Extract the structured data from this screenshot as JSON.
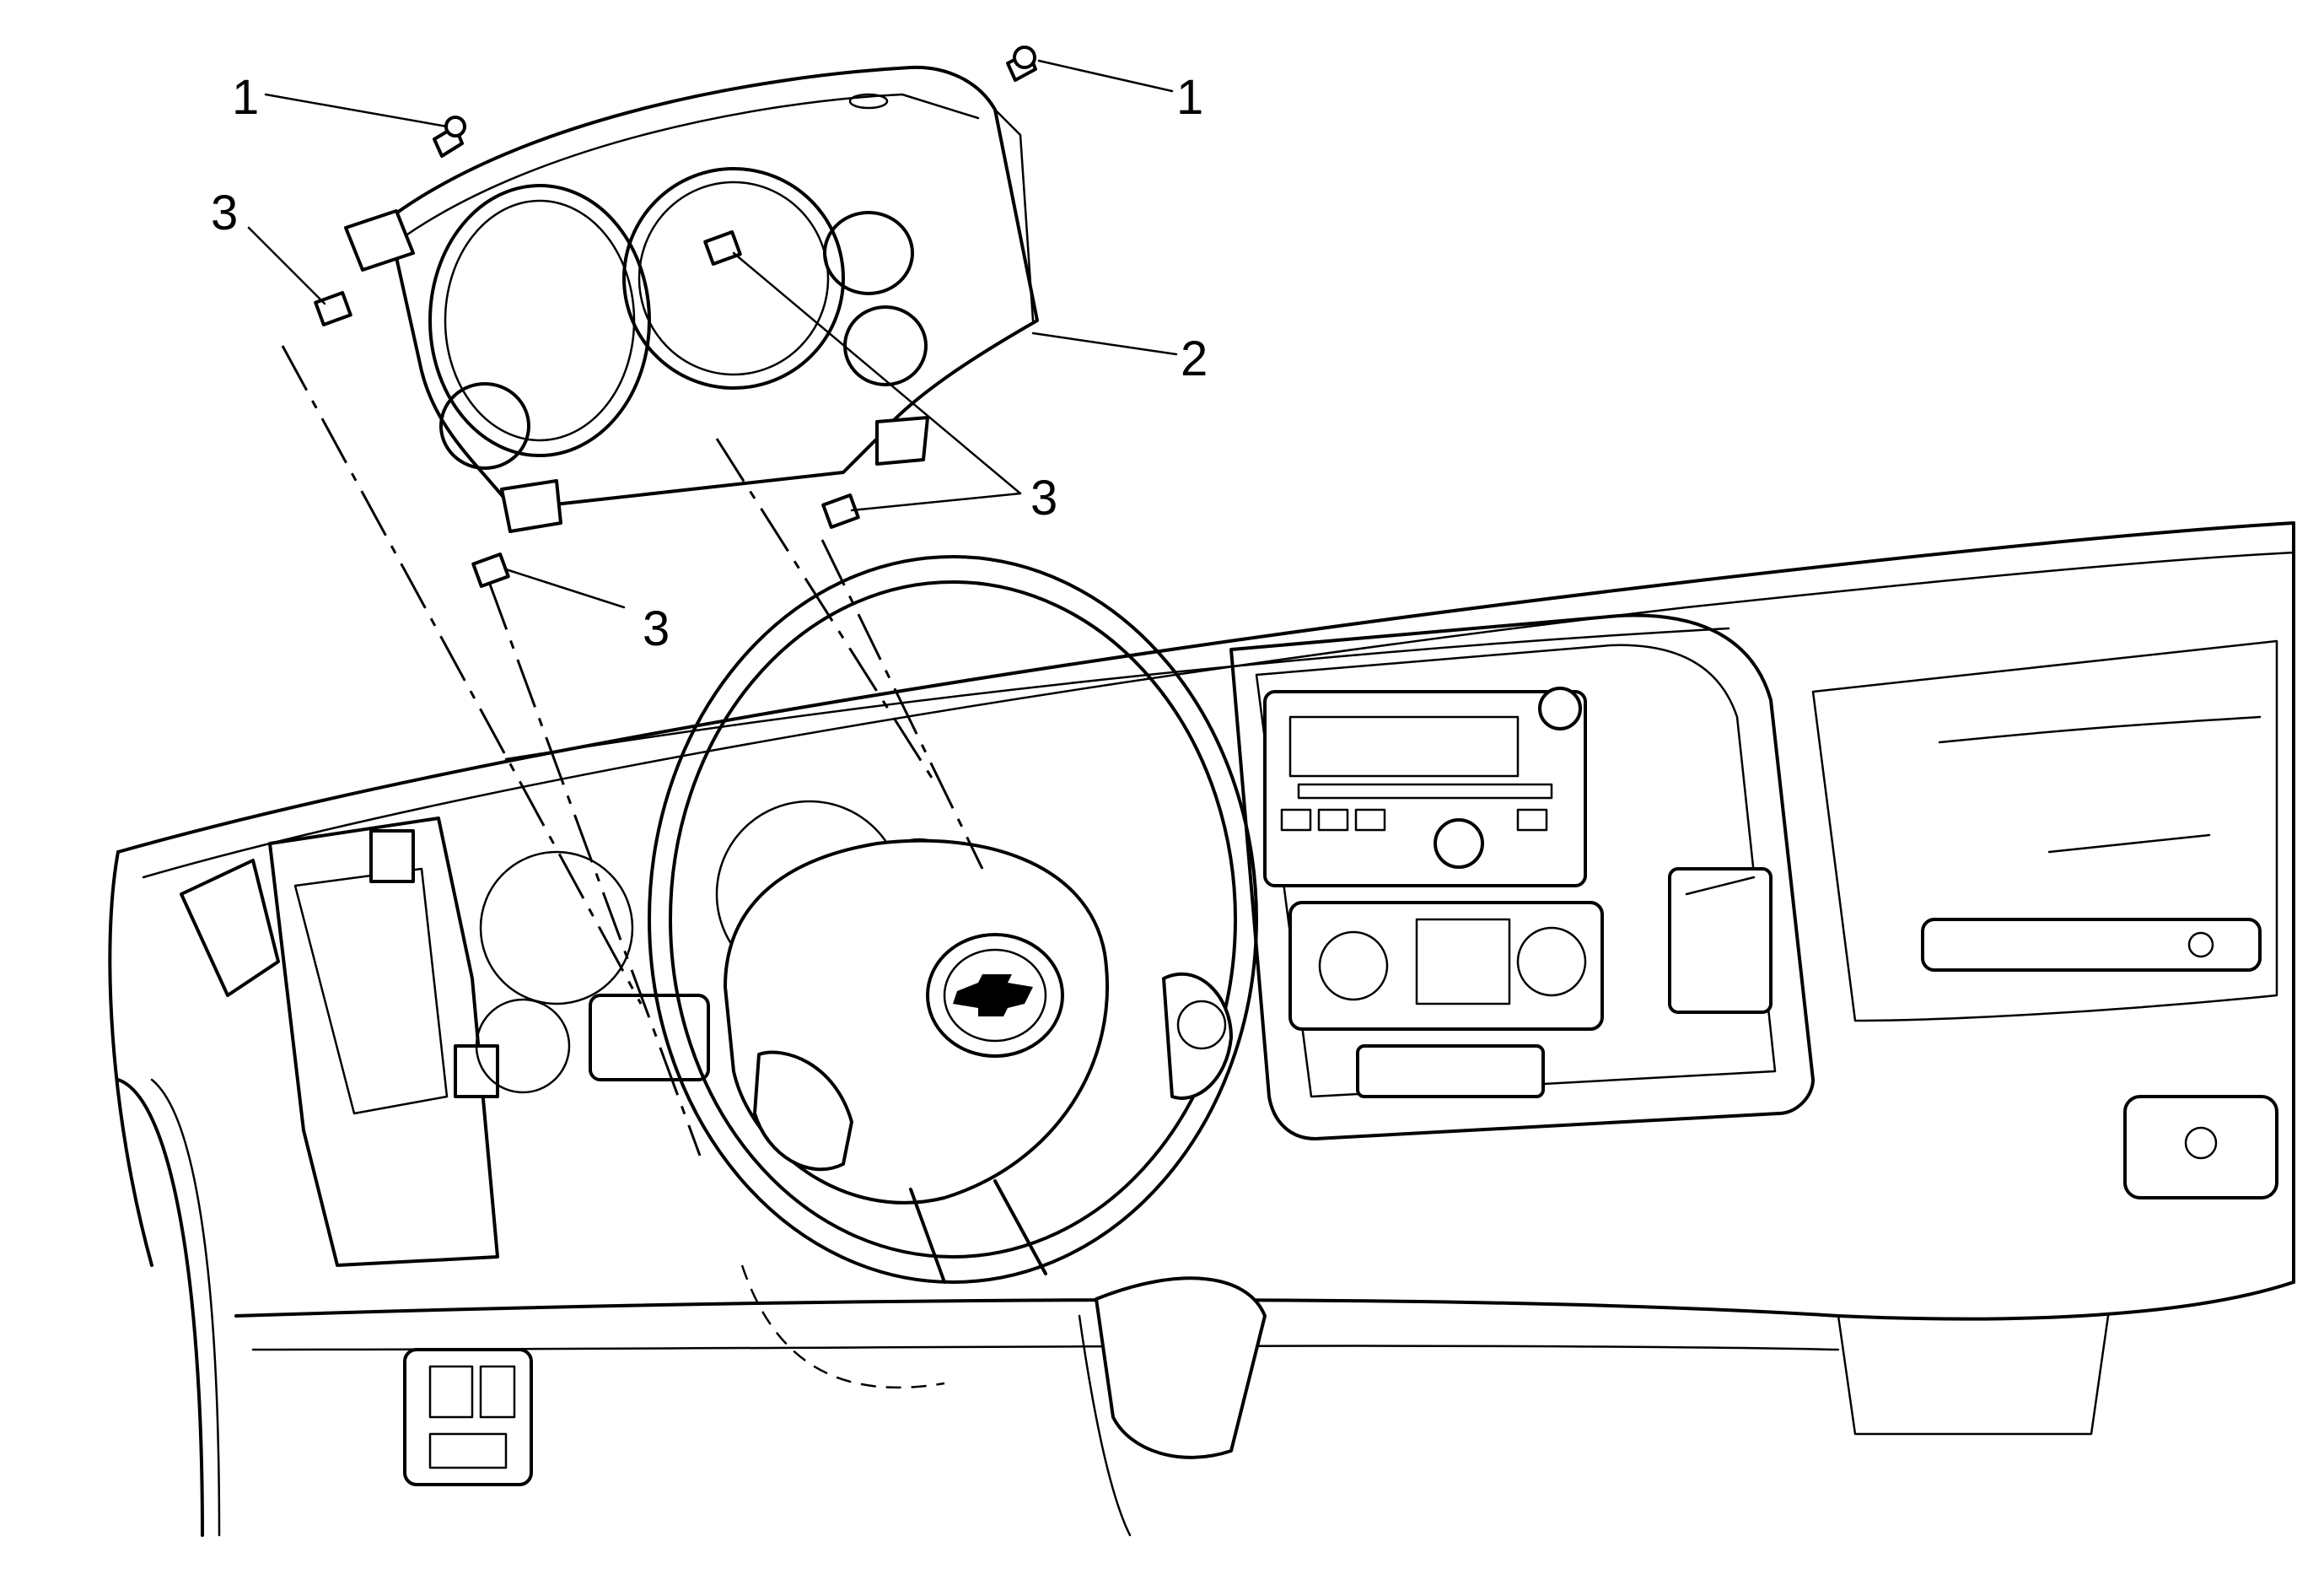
{
  "callouts": [
    {
      "id": "c1a",
      "label": "1"
    },
    {
      "id": "c1b",
      "label": "1"
    },
    {
      "id": "c2",
      "label": "2"
    },
    {
      "id": "c3a",
      "label": "3"
    },
    {
      "id": "c3b",
      "label": "3"
    },
    {
      "id": "c3c",
      "label": "3"
    }
  ]
}
